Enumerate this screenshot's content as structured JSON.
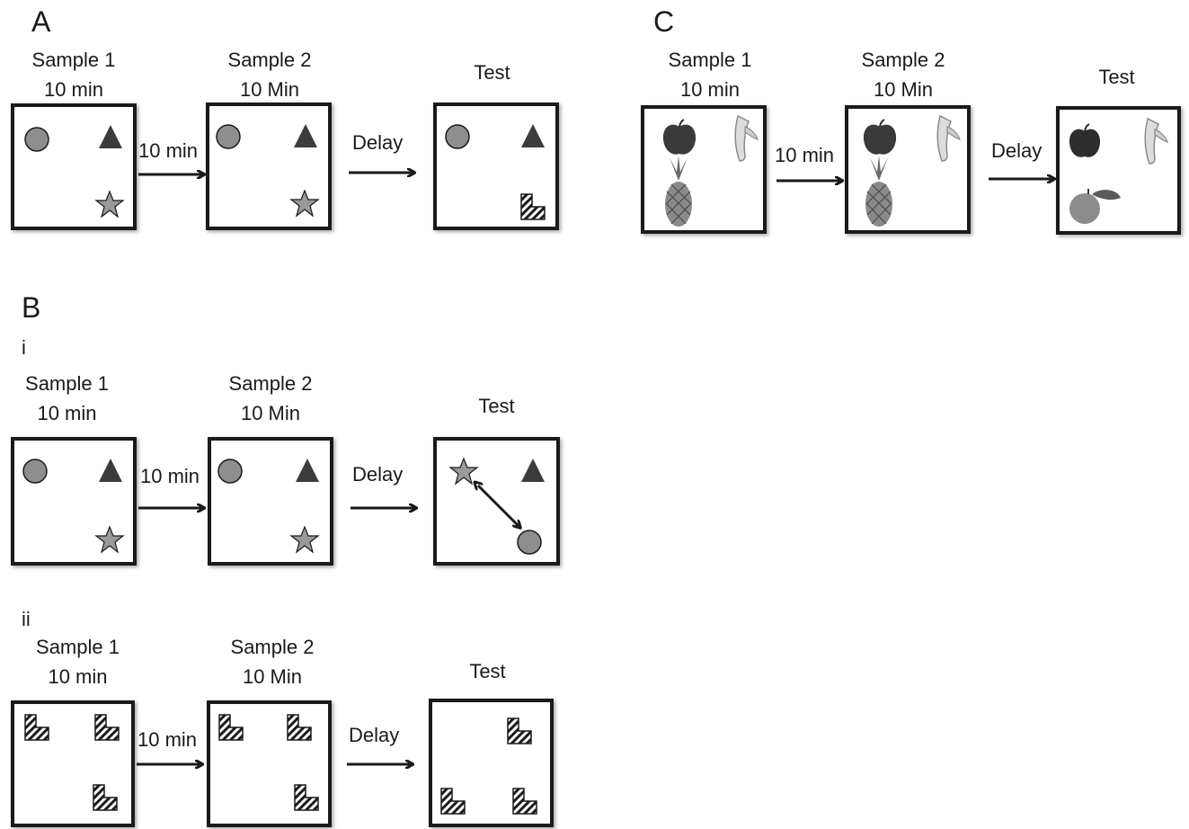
{
  "colors": {
    "shape_fill": "#8e8e8e",
    "triangle_fill": "#3c3c3c",
    "stroke": "#1a1a1a"
  },
  "panel_a": {
    "letter": "A",
    "sample1_title": "Sample 1",
    "sample1_time": "10 min",
    "sample2_title": "Sample 2",
    "sample2_time": "10 Min",
    "test_title": "Test",
    "interval_label": "10 min",
    "delay_label": "Delay"
  },
  "panel_b": {
    "letter": "B",
    "i": {
      "label": "i",
      "sample1_title": "Sample 1",
      "sample1_time": "10 min",
      "sample2_title": "Sample 2",
      "sample2_time": "10 Min",
      "test_title": "Test",
      "interval_label": "10 min",
      "delay_label": "Delay"
    },
    "ii": {
      "label": "ii",
      "sample1_title": "Sample 1",
      "sample1_time": "10 min",
      "sample2_title": "Sample 2",
      "sample2_time": "10 Min",
      "test_title": "Test",
      "interval_label": "10 min",
      "delay_label": "Delay"
    }
  },
  "panel_c": {
    "letter": "C",
    "sample1_title": "Sample 1",
    "sample1_time": "10 min",
    "sample2_title": "Sample 2",
    "sample2_time": "10 Min",
    "test_title": "Test",
    "interval_label": "10 min",
    "delay_label": "Delay"
  },
  "icons": {
    "circle": "circle-icon",
    "triangle": "triangle-icon",
    "star": "star-icon",
    "lego": "striped-block-icon",
    "apple": "apple-icon",
    "banana": "banana-icon",
    "pineapple": "pineapple-icon",
    "orange": "orange-icon"
  }
}
